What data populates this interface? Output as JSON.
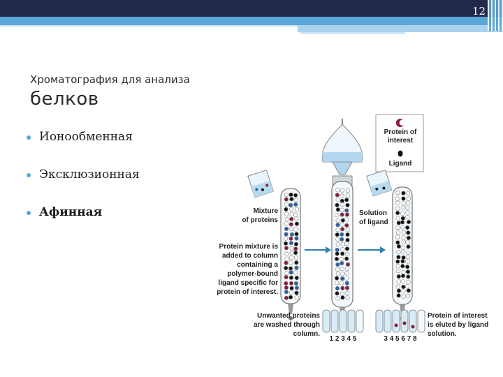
{
  "slide": {
    "page_number": "12"
  },
  "title": {
    "line1": "Хроматография для анализа",
    "line2": "белков"
  },
  "bullets": [
    {
      "text": "Ионообменная",
      "bold": false
    },
    {
      "text": "Эксклюзионная",
      "bold": false
    },
    {
      "text": "Афинная",
      "bold": true
    }
  ],
  "figure": {
    "legend_protein": [
      "Protein of",
      "interest"
    ],
    "legend_ligand": "Ligand",
    "mixture": [
      "Mixture",
      "of proteins"
    ],
    "solution": [
      "Solution",
      "of ligand"
    ],
    "step1": [
      "Protein mixture is",
      "added to column",
      "containing a",
      "polymer-bound",
      "ligand specific for",
      "protein of interest."
    ],
    "washed": [
      "Unwanted proteins",
      "are washed through",
      "column."
    ],
    "eluted": [
      "Protein of interest",
      "is eluted by ligand",
      "solution."
    ],
    "tubes_left": "1 2 3 4 5",
    "tubes_right": "3 4 5 6 7 8"
  },
  "colors": {
    "accent": "#5aa6d6",
    "header": "#22294a",
    "protein": "#8b1a3a",
    "arrow": "#2f7fb0"
  }
}
